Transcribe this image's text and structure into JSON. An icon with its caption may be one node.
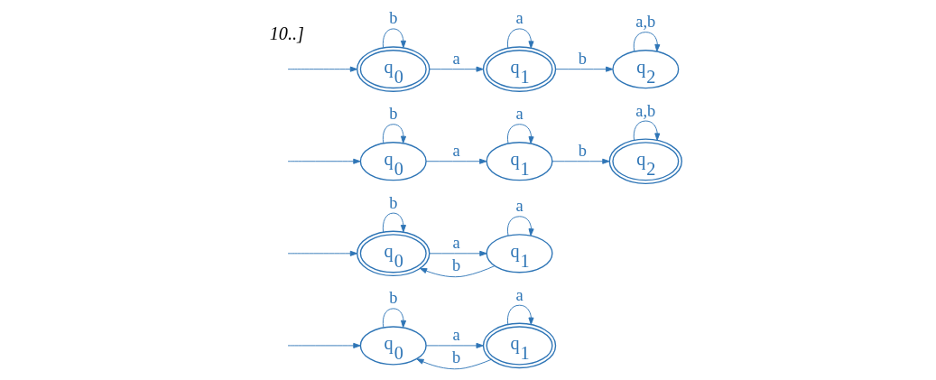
{
  "diagram": {
    "nodes": [
      {
        "text": [
          "q$_{0}$"
        ]
      },
      {
        "text": [
          "q$_{1}$"
        ]
      },
      {
        "text": [
          "q$_{0}$"
        ]
      },
      {
        "text": [
          "q$_{1}$"
        ]
      },
      {
        "text": [
          "q$_{0}$"
        ]
      },
      {
        "text": [
          "q$_{1}$"
        ]
      },
      {
        "text": [
          "q$_{2}$"
        ]
      },
      {
        "text": [
          "q$_{0}$"
        ]
      },
      {
        "text": [
          "q$_{1}$"
        ]
      },
      {
        "text": [
          "q$_{2}$"
        ]
      }
    ],
    "edges": [
      {
        "from": null,
        "to": 0,
        "arrow": "to"
      },
      {
        "from": 0,
        "to": 0,
        "arrow": "to",
        "label": "b"
      },
      {
        "from": 0,
        "to": 1,
        "arrow": "to",
        "label": "a"
      },
      {
        "from": 1,
        "to": 1,
        "arrow": "to",
        "label": "a"
      },
      {
        "from": 1,
        "to": 0,
        "arrow": "to",
        "label": "b"
      },
      {
        "from": null,
        "to": 2,
        "arrow": "to"
      },
      {
        "from": 2,
        "to": 2,
        "arrow": "to",
        "label": "b"
      },
      {
        "from": 2,
        "to": 3,
        "arrow": "to",
        "label": "a"
      },
      {
        "from": 3,
        "to": 3,
        "arrow": "to",
        "label": "a"
      },
      {
        "from": 3,
        "to": 2,
        "arrow": "to",
        "label": "b"
      },
      {
        "from": null,
        "to": 4,
        "arrow": "to"
      },
      {
        "from": 4,
        "to": 4,
        "arrow": "to",
        "label": "b"
      },
      {
        "from": 4,
        "to": 5,
        "arrow": "to",
        "label": "a"
      },
      {
        "from": 5,
        "to": 5,
        "arrow": "to",
        "label": "a"
      },
      {
        "from": 5,
        "to": 6,
        "arrow": "to",
        "label": "b"
      },
      {
        "from": 6,
        "to": 6,
        "arrow": "to",
        "label": "a,b"
      },
      {
        "from": null,
        "to": 7,
        "arrow": "to"
      },
      {
        "from": 7,
        "to": 7,
        "arrow": "to",
        "label": "b"
      },
      {
        "from": 7,
        "to": 8,
        "arrow": "to",
        "label": "a"
      },
      {
        "from": 8,
        "to": 8,
        "arrow": "to",
        "label": "a"
      },
      {
        "from": 8,
        "to": 9,
        "arrow": "to",
        "label": "b"
      },
      {
        "from": 9,
        "to": 9,
        "arrow": "to",
        "label": "a,b"
      }
    ],
    "labels": [
      "10..]"
    ]
  }
}
